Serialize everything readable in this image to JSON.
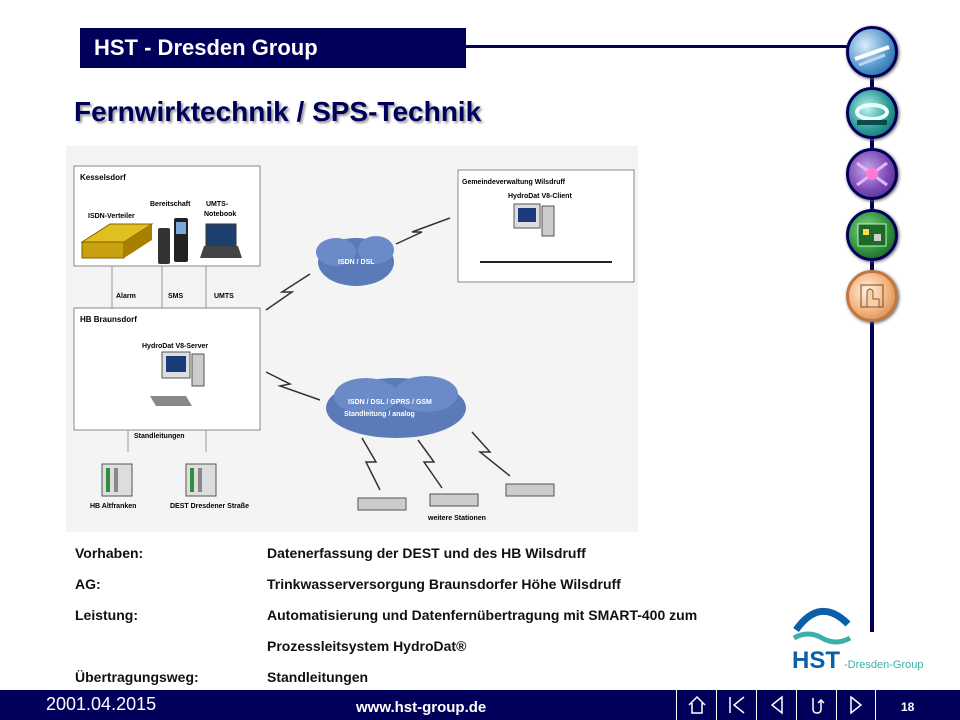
{
  "header": {
    "group_name": "HST - Dresden Group"
  },
  "title": "Fernwirktechnik / SPS-Technik",
  "diagram": {
    "kesselsdorf": "Kesselsdorf",
    "bereitschaft": "Bereitschaft",
    "umts_notebook_1": "UMTS-",
    "umts_notebook_2": "Notebook",
    "isdn_verteiler": "ISDN-Verteiler",
    "alarm": "Alarm",
    "sms": "SMS",
    "umts": "UMTS",
    "gemeinde": "Gemeindeverwaltung Wilsdruff",
    "hydrodat_client": "HydroDat V8-Client",
    "isdn_dsl": "ISDN / DSL",
    "hb_braunsdorf": "HB Braunsdorf",
    "hydrodat_server": "HydroDat V8-Server",
    "cloud2_line1": "ISDN / DSL / GPRS / GSM",
    "cloud2_line2": "Standleitung / analog",
    "standleitungen": "Standleitungen",
    "hb_altfranken": "HB Altfranken",
    "dest_dresdener": "DEST Dresdener Straße",
    "weitere_stationen": "weitere Stationen"
  },
  "info": [
    {
      "label": "Vorhaben:",
      "value": "Datenerfassung der DEST und des HB Wilsdruff"
    },
    {
      "label": "AG:",
      "value": "Trinkwasserversorgung Braunsdorfer Höhe Wilsdruff"
    },
    {
      "label": "Leistung:",
      "value": "Automatisierung und Datenfernübertragung mit SMART-400 zum"
    },
    {
      "label": "",
      "value": "Prozessleitsystem HydroDat®"
    },
    {
      "label": "Übertragungsweg:",
      "value": "Standleitungen"
    }
  ],
  "logo": {
    "text_main": "HST",
    "text_sub": "-Dresden-Group"
  },
  "footer": {
    "date": "2001.04.2015",
    "url": "www.hst-group.de",
    "page": "18"
  },
  "colors": {
    "navy": "#00005a",
    "logo_blue": "#0b5fa8",
    "logo_teal": "#3ab0a8"
  }
}
